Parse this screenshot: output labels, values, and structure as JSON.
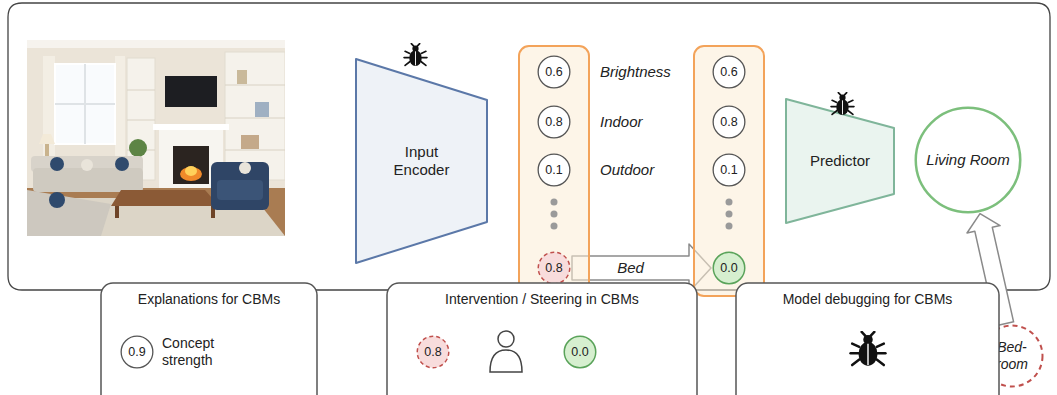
{
  "diagram": {
    "nodes": [
      {
        "text": [
          "Input Encoder"
        ]
      },
      {
        "text": []
      },
      {
        "text": [
          "0.6"
        ],
        "in": 1
      },
      {
        "text": [
          "0.8"
        ],
        "in": 1
      },
      {
        "text": [
          "0.1"
        ],
        "in": 1
      },
      {
        "text": [
          "0.8"
        ],
        "in": 1
      },
      {
        "text": []
      },
      {
        "text": [
          "0.6"
        ],
        "in": 6
      },
      {
        "text": [
          "0.8"
        ],
        "in": 6
      },
      {
        "text": [
          "0.1"
        ],
        "in": 6
      },
      {
        "text": [
          "0.0"
        ],
        "in": 6
      },
      {
        "text": [
          "Predictor"
        ]
      },
      {
        "text": [
          "Living Room"
        ]
      },
      {
        "text": [
          "Bed- room"
        ]
      },
      {
        "text": [
          "Explanations for CBMs"
        ]
      },
      {
        "text": [
          "0.9"
        ],
        "in": 14
      },
      {
        "text": [
          "Intervention / Steering in CBMs"
        ]
      },
      {
        "text": [
          "0.8"
        ],
        "in": 16
      },
      {
        "text": [
          "0.0"
        ],
        "in": 16
      },
      {
        "text": [
          "Model debugging for CBMs"
        ]
      }
    ],
    "edges": [
      {
        "from": 5,
        "to": 10,
        "arrow": "to",
        "label": "Bed"
      },
      {
        "from": 13,
        "to": 12,
        "arrow": "to"
      },
      {
        "from": 17,
        "to": 18,
        "arrow": "to"
      }
    ],
    "labels": [
      "Brightness",
      "Indoor",
      "Outdoor",
      "Concept strength"
    ]
  }
}
